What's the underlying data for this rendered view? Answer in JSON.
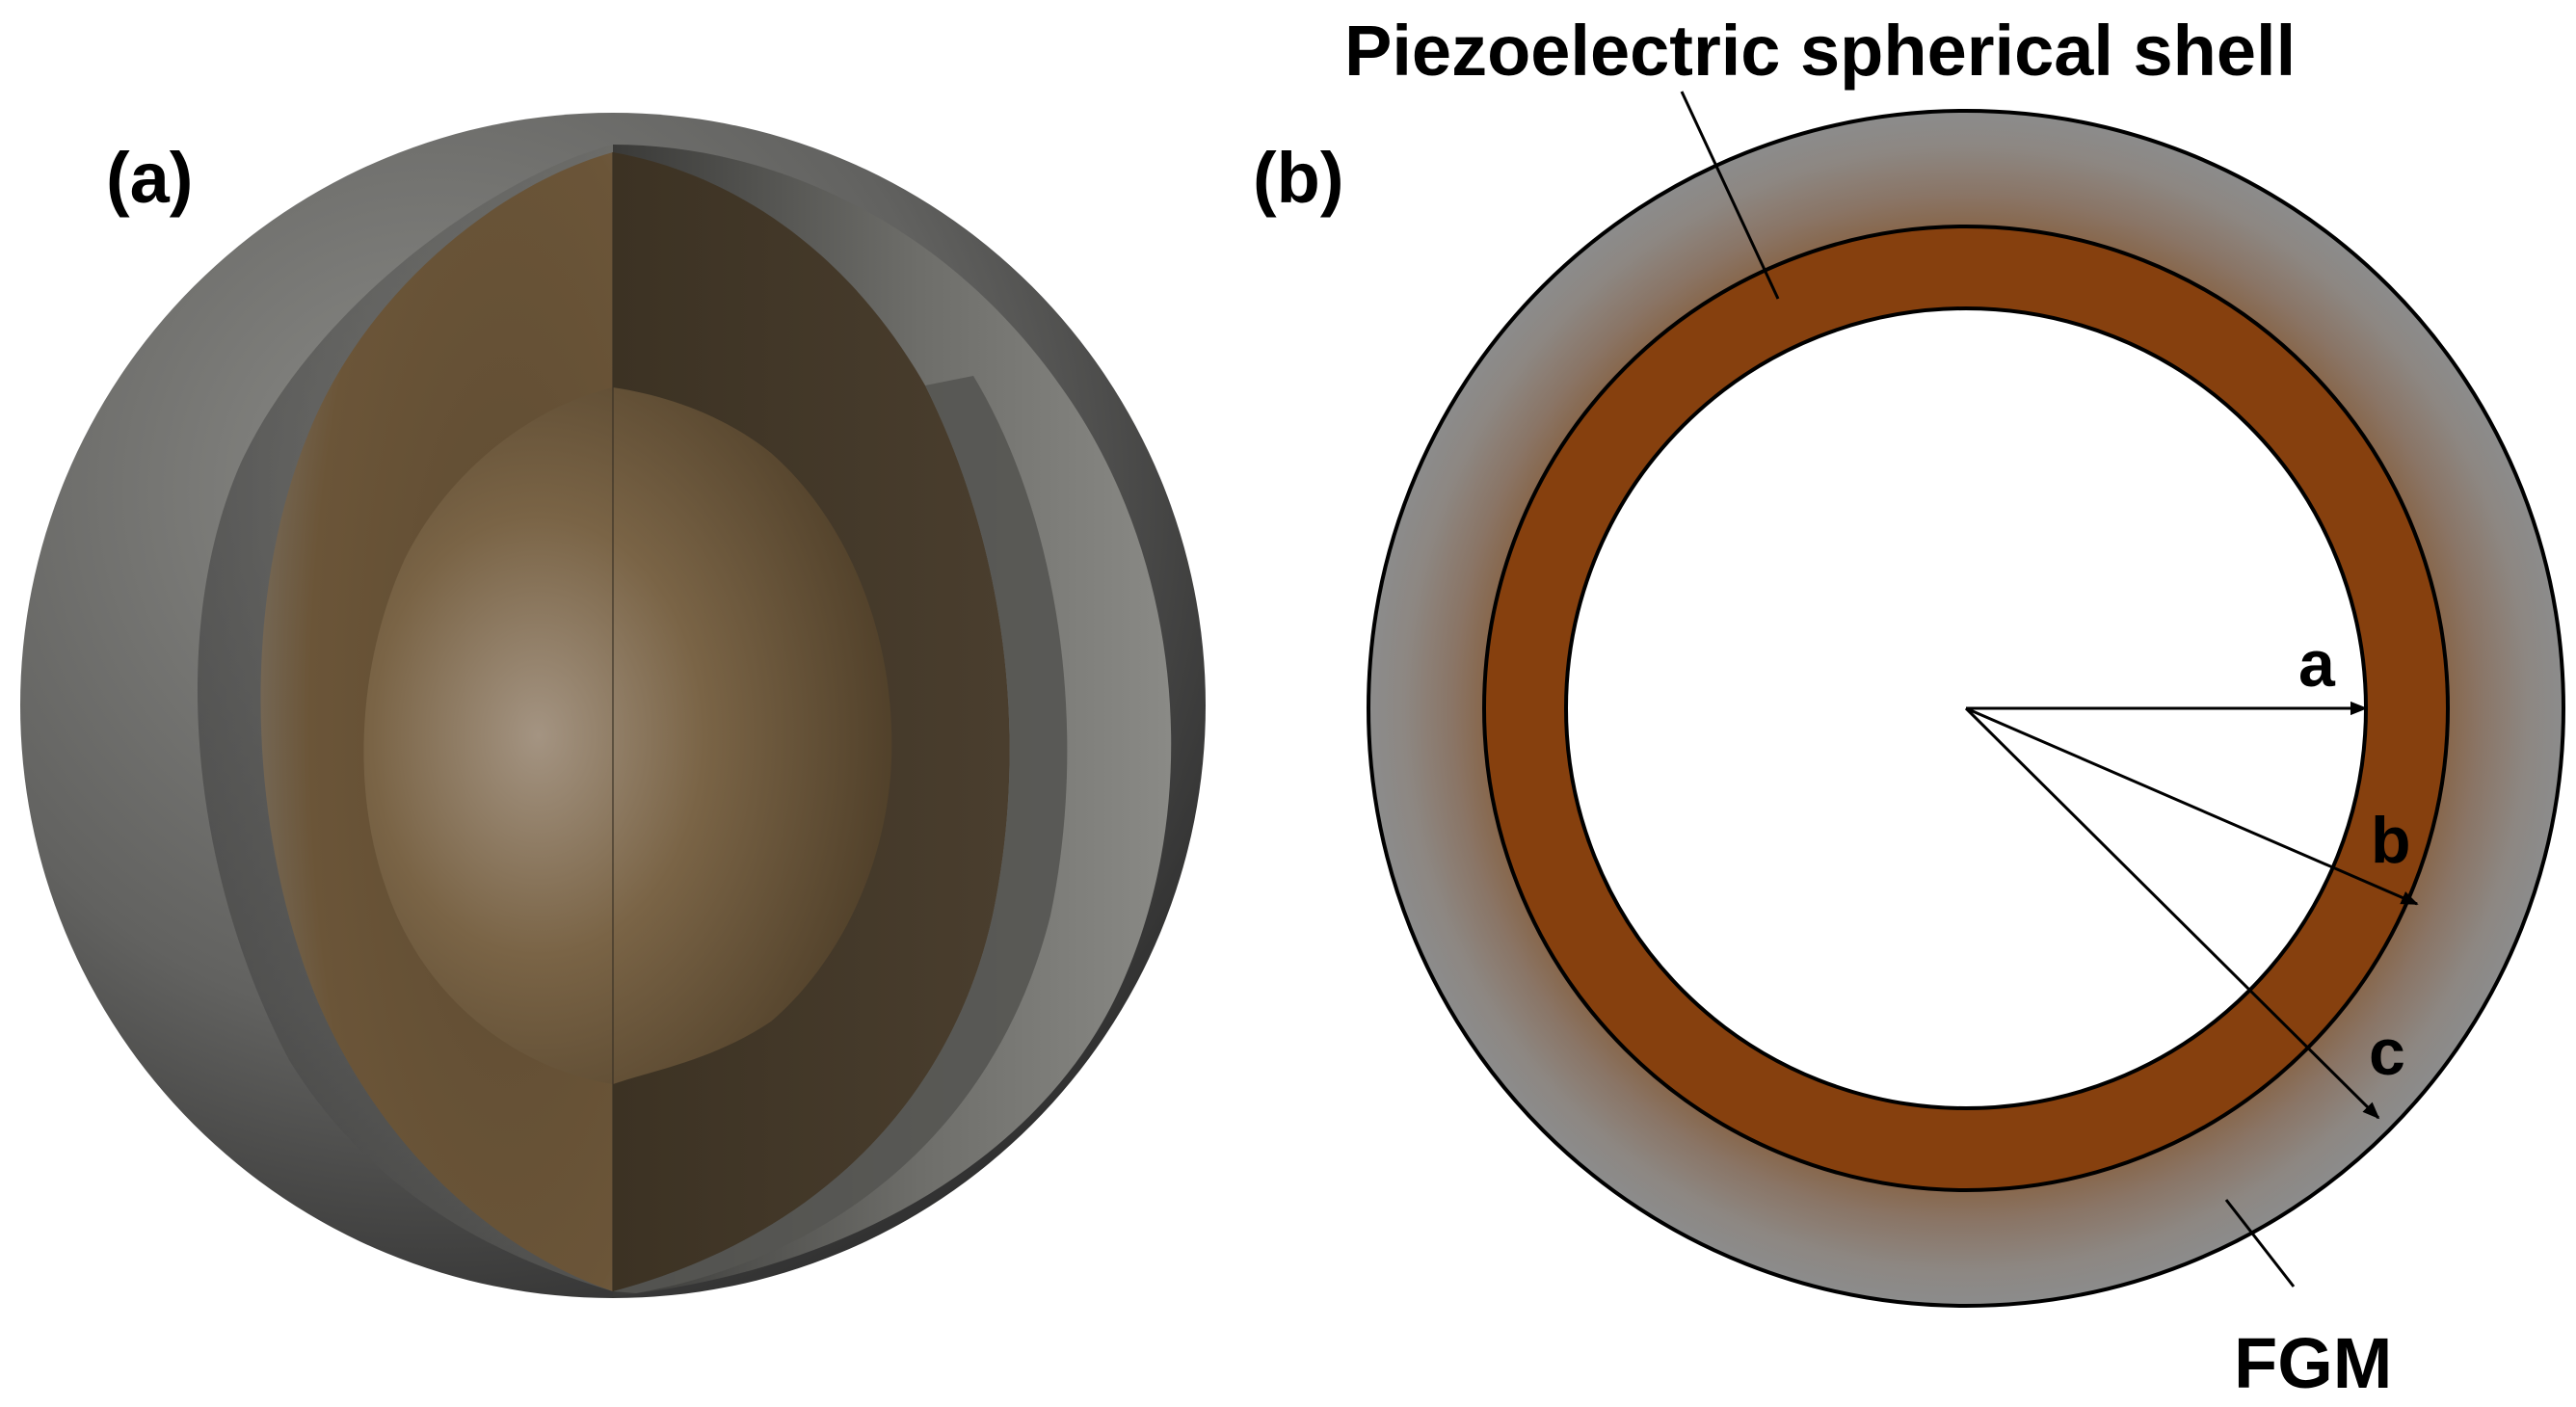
{
  "panel_a": {
    "label": "(a)"
  },
  "panel_b": {
    "label": "(b)",
    "shell_label": "Piezoelectric spherical shell",
    "fgm_label": "FGM",
    "radius_a": "a",
    "radius_b": "b",
    "radius_c": "c"
  },
  "colors": {
    "piezo": "#86400E",
    "fgm_outer": "#8C8C8C",
    "fgm_inner": "#8A6E5C",
    "sphere_dark": "#4A4A48",
    "sphere_light": "#7E7E7A",
    "cut_face": "#5B4A34",
    "inner_core": "#8E7A60"
  },
  "icons": [
    "arrow-icon"
  ]
}
